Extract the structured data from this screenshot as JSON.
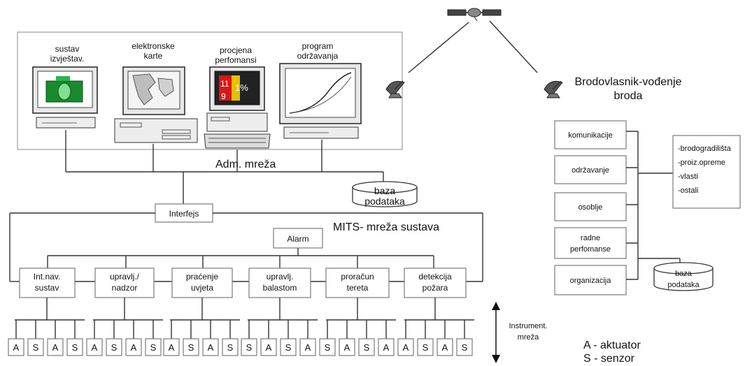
{
  "terminals": [
    {
      "label_l1": "sustav",
      "label_l2": "izvještav."
    },
    {
      "label_l1": "elektronske",
      "label_l2": "karte"
    },
    {
      "label_l1": "procjena",
      "label_l2": "perfomansi"
    },
    {
      "label_l1": "program",
      "label_l2": "održavanja"
    }
  ],
  "adm_network": "Adm. mreža",
  "database_left": {
    "l1": "baza",
    "l2": "podataka"
  },
  "interface": "Interfejs",
  "mits": "MITS- mreža sustava",
  "alarm": "Alarm",
  "subsystems": [
    {
      "l1": "Int.nav.",
      "l2": "sustav"
    },
    {
      "l1": "upravlj./",
      "l2": "nadzor"
    },
    {
      "l1": "praćenje",
      "l2": "uvjeta"
    },
    {
      "l1": "upravlj.",
      "l2": "balastom"
    },
    {
      "l1": "proračun",
      "l2": "tereta"
    },
    {
      "l1": "detekcija",
      "l2": "požara"
    }
  ],
  "sensors": [
    "A",
    "S",
    "A",
    "S",
    "A",
    "S",
    "A",
    "S",
    "A",
    "S",
    "A",
    "S",
    "S",
    "A",
    "S",
    "A",
    "S",
    "A",
    "S",
    "A",
    "A",
    "S",
    "A",
    "S"
  ],
  "instrument_net": {
    "l1": "Instrument.",
    "l2": "mreža"
  },
  "legend": {
    "a": "A - aktuator",
    "s": "S - senzor"
  },
  "owner": {
    "l1": "Brodovlasnik-vođenje",
    "l2": "broda"
  },
  "owner_boxes": [
    {
      "l1": "komunikacije",
      "l2": ""
    },
    {
      "l1": "održavanje",
      "l2": ""
    },
    {
      "l1": "osoblje",
      "l2": ""
    },
    {
      "l1": "radne",
      "l2": "perfomanse"
    },
    {
      "l1": "organizacija",
      "l2": ""
    }
  ],
  "external": [
    "-brodogradilišta",
    "-proiz.opreme",
    "-vlasti",
    "-ostali"
  ],
  "database_right": {
    "l1": "baza",
    "l2": "podataka"
  },
  "screen_text": {
    "perf_1": "11",
    "perf_2": "1%",
    "perf_3": "9"
  }
}
